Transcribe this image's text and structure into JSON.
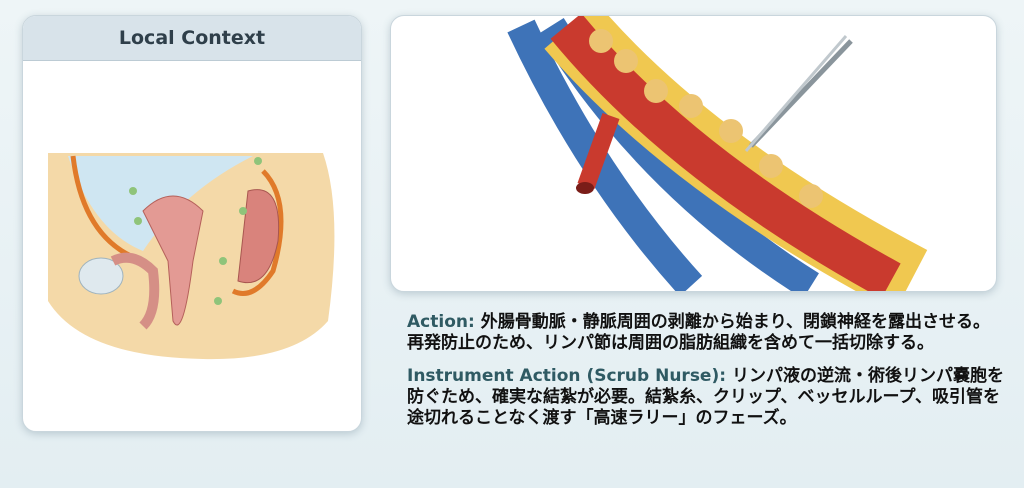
{
  "left_panel": {
    "title": "Local Context"
  },
  "text": {
    "action_label": "Action:",
    "action_body": "外腸骨動脈・静脈周囲の剥離から始まり、閉鎖神経を露出させる。再発防止のため、リンパ節は周囲の脂肪組織を含めて一括切除する。",
    "instrument_label": "Instrument Action (Scrub Nurse):",
    "instrument_body": "リンパ液の逆流・術後リンパ嚢胞を防ぐため、確実な結紮が必要。結紮糸、クリップ、ベッセルループ、吸引管を途切れることなく渡す「高速ラリー」のフェーズ。"
  }
}
